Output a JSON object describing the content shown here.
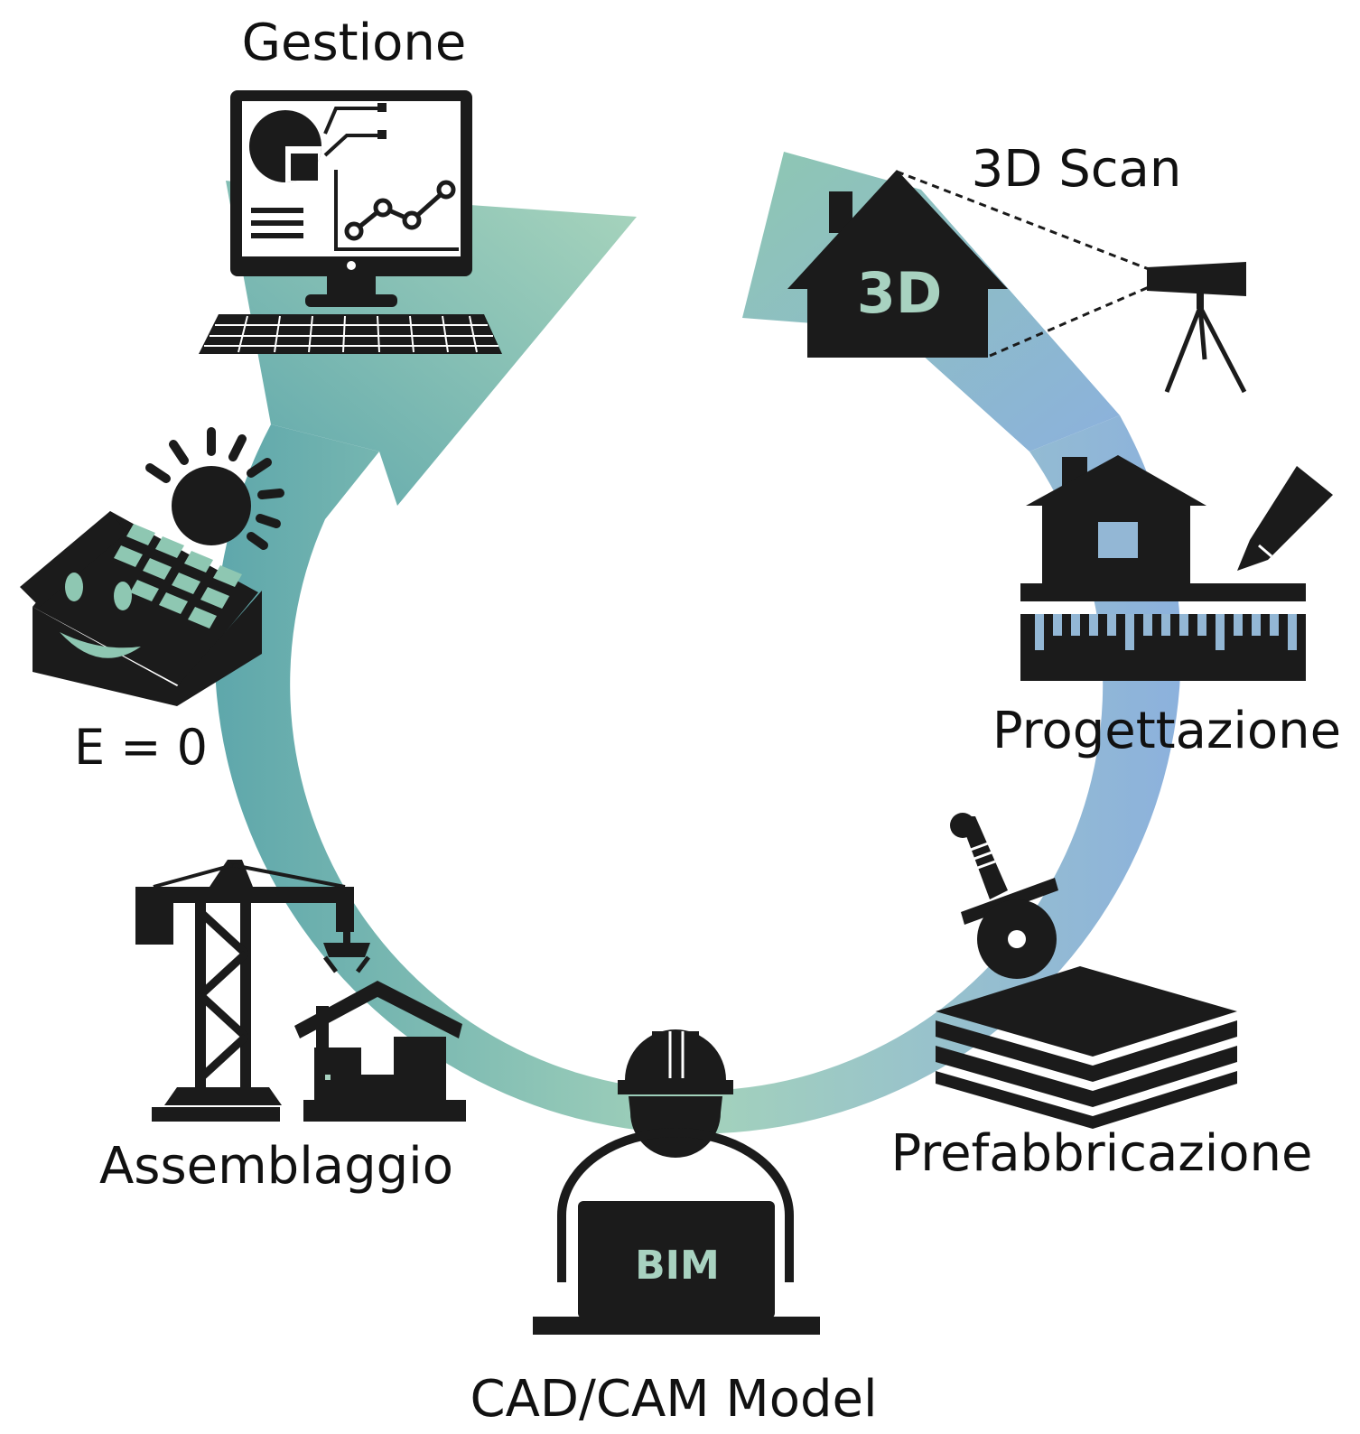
{
  "colors": {
    "ring_green": "#9ccfb4",
    "ring_teal": "#5fa9ad",
    "ring_blue": "#8fb3de",
    "icon": "#1b1b1b"
  },
  "stages": [
    {
      "id": "gestione",
      "label": "Gestione",
      "icon": "computer-dashboard-icon"
    },
    {
      "id": "scan",
      "label": "3D Scan",
      "icon": "house-3d-scan-icon",
      "icon_text": "3D"
    },
    {
      "id": "progettazione",
      "label": "Progettazione",
      "icon": "house-ruler-pencil-icon"
    },
    {
      "id": "prefabbricazione",
      "label": "Prefabbricazione",
      "icon": "saw-panels-icon"
    },
    {
      "id": "cadcam",
      "label": "CAD/CAM Model",
      "icon": "worker-laptop-icon",
      "icon_text": "BIM"
    },
    {
      "id": "assemblaggio",
      "label": "Assemblaggio",
      "icon": "crane-house-icon"
    },
    {
      "id": "energia",
      "label": "E = 0",
      "icon": "solar-house-icon"
    }
  ]
}
